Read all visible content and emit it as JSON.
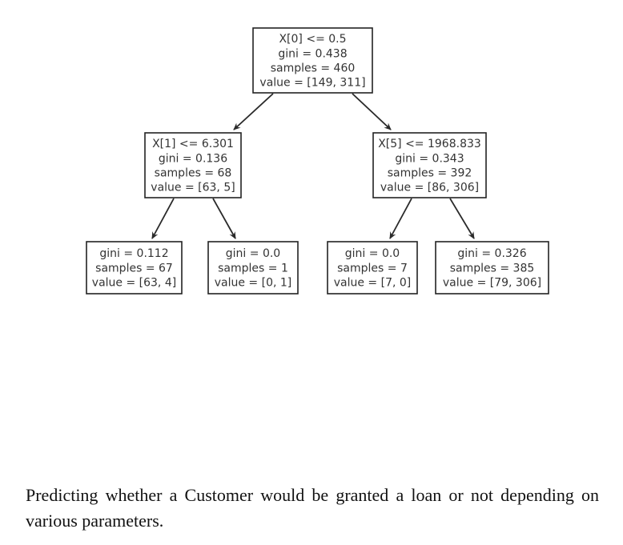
{
  "tree": {
    "nodes": [
      {
        "id": "root",
        "lines": [
          "X[0] <= 0.5",
          "gini = 0.438",
          "samples = 460",
          "value = [149, 311]"
        ],
        "split": {
          "feature": "X[0]",
          "operator": "<=",
          "threshold": 0.5
        },
        "gini": 0.438,
        "samples": 460,
        "value": [
          149,
          311
        ]
      },
      {
        "id": "left",
        "lines": [
          "X[1] <= 6.301",
          "gini = 0.136",
          "samples = 68",
          "value = [63, 5]"
        ],
        "split": {
          "feature": "X[1]",
          "operator": "<=",
          "threshold": 6.301
        },
        "gini": 0.136,
        "samples": 68,
        "value": [
          63,
          5
        ]
      },
      {
        "id": "right",
        "lines": [
          "X[5] <= 1968.833",
          "gini = 0.343",
          "samples = 392",
          "value = [86, 306]"
        ],
        "split": {
          "feature": "X[5]",
          "operator": "<=",
          "threshold": 1968.833
        },
        "gini": 0.343,
        "samples": 392,
        "value": [
          86,
          306
        ]
      },
      {
        "id": "left-left",
        "lines": [
          "gini = 0.112",
          "samples = 67",
          "value = [63, 4]"
        ],
        "gini": 0.112,
        "samples": 67,
        "value": [
          63,
          4
        ]
      },
      {
        "id": "left-right",
        "lines": [
          "gini = 0.0",
          "samples = 1",
          "value = [0, 1]"
        ],
        "gini": 0.0,
        "samples": 1,
        "value": [
          0,
          1
        ]
      },
      {
        "id": "right-left",
        "lines": [
          "gini = 0.0",
          "samples = 7",
          "value = [7, 0]"
        ],
        "gini": 0.0,
        "samples": 7,
        "value": [
          7,
          0
        ]
      },
      {
        "id": "right-right",
        "lines": [
          "gini = 0.326",
          "samples = 385",
          "value = [79, 306]"
        ],
        "gini": 0.326,
        "samples": 385,
        "value": [
          79,
          306
        ]
      }
    ],
    "edges": [
      {
        "from": "root",
        "to": "left"
      },
      {
        "from": "root",
        "to": "right"
      },
      {
        "from": "left",
        "to": "left-left"
      },
      {
        "from": "left",
        "to": "left-right"
      },
      {
        "from": "right",
        "to": "right-left"
      },
      {
        "from": "right",
        "to": "right-right"
      }
    ]
  },
  "caption": "Predicting whether a Customer would be granted a loan or not depending on various parameters."
}
